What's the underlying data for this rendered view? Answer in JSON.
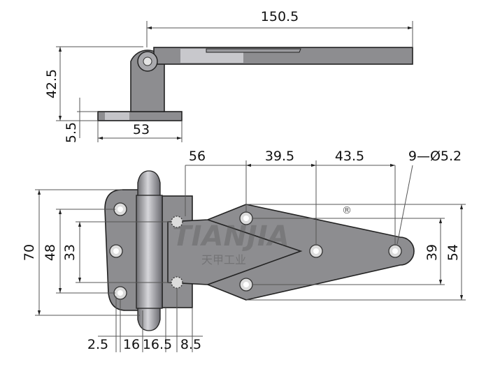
{
  "drawing": {
    "top_view": {
      "overall_length": "150.5",
      "height": "42.5",
      "base_thickness": "5.5",
      "base_width": "53"
    },
    "front_view": {
      "hole_spacing_1": "56",
      "hole_spacing_2": "39.5",
      "hole_spacing_3": "43.5",
      "hole_callout": "9—Ø5.2",
      "overall_height": "70",
      "left_hole_span": "48",
      "plate_hole_span": "33",
      "right_hole_span": "39",
      "leaf_width": "54",
      "bottom_dims": [
        "2.5",
        "16",
        "16.5",
        "8.5"
      ]
    },
    "watermark": {
      "brand": "TIANJIA",
      "chinese": "天甲工业"
    },
    "registered_mark": "®",
    "colors": {
      "metal": "#8d8d90",
      "line": "#555555"
    }
  }
}
